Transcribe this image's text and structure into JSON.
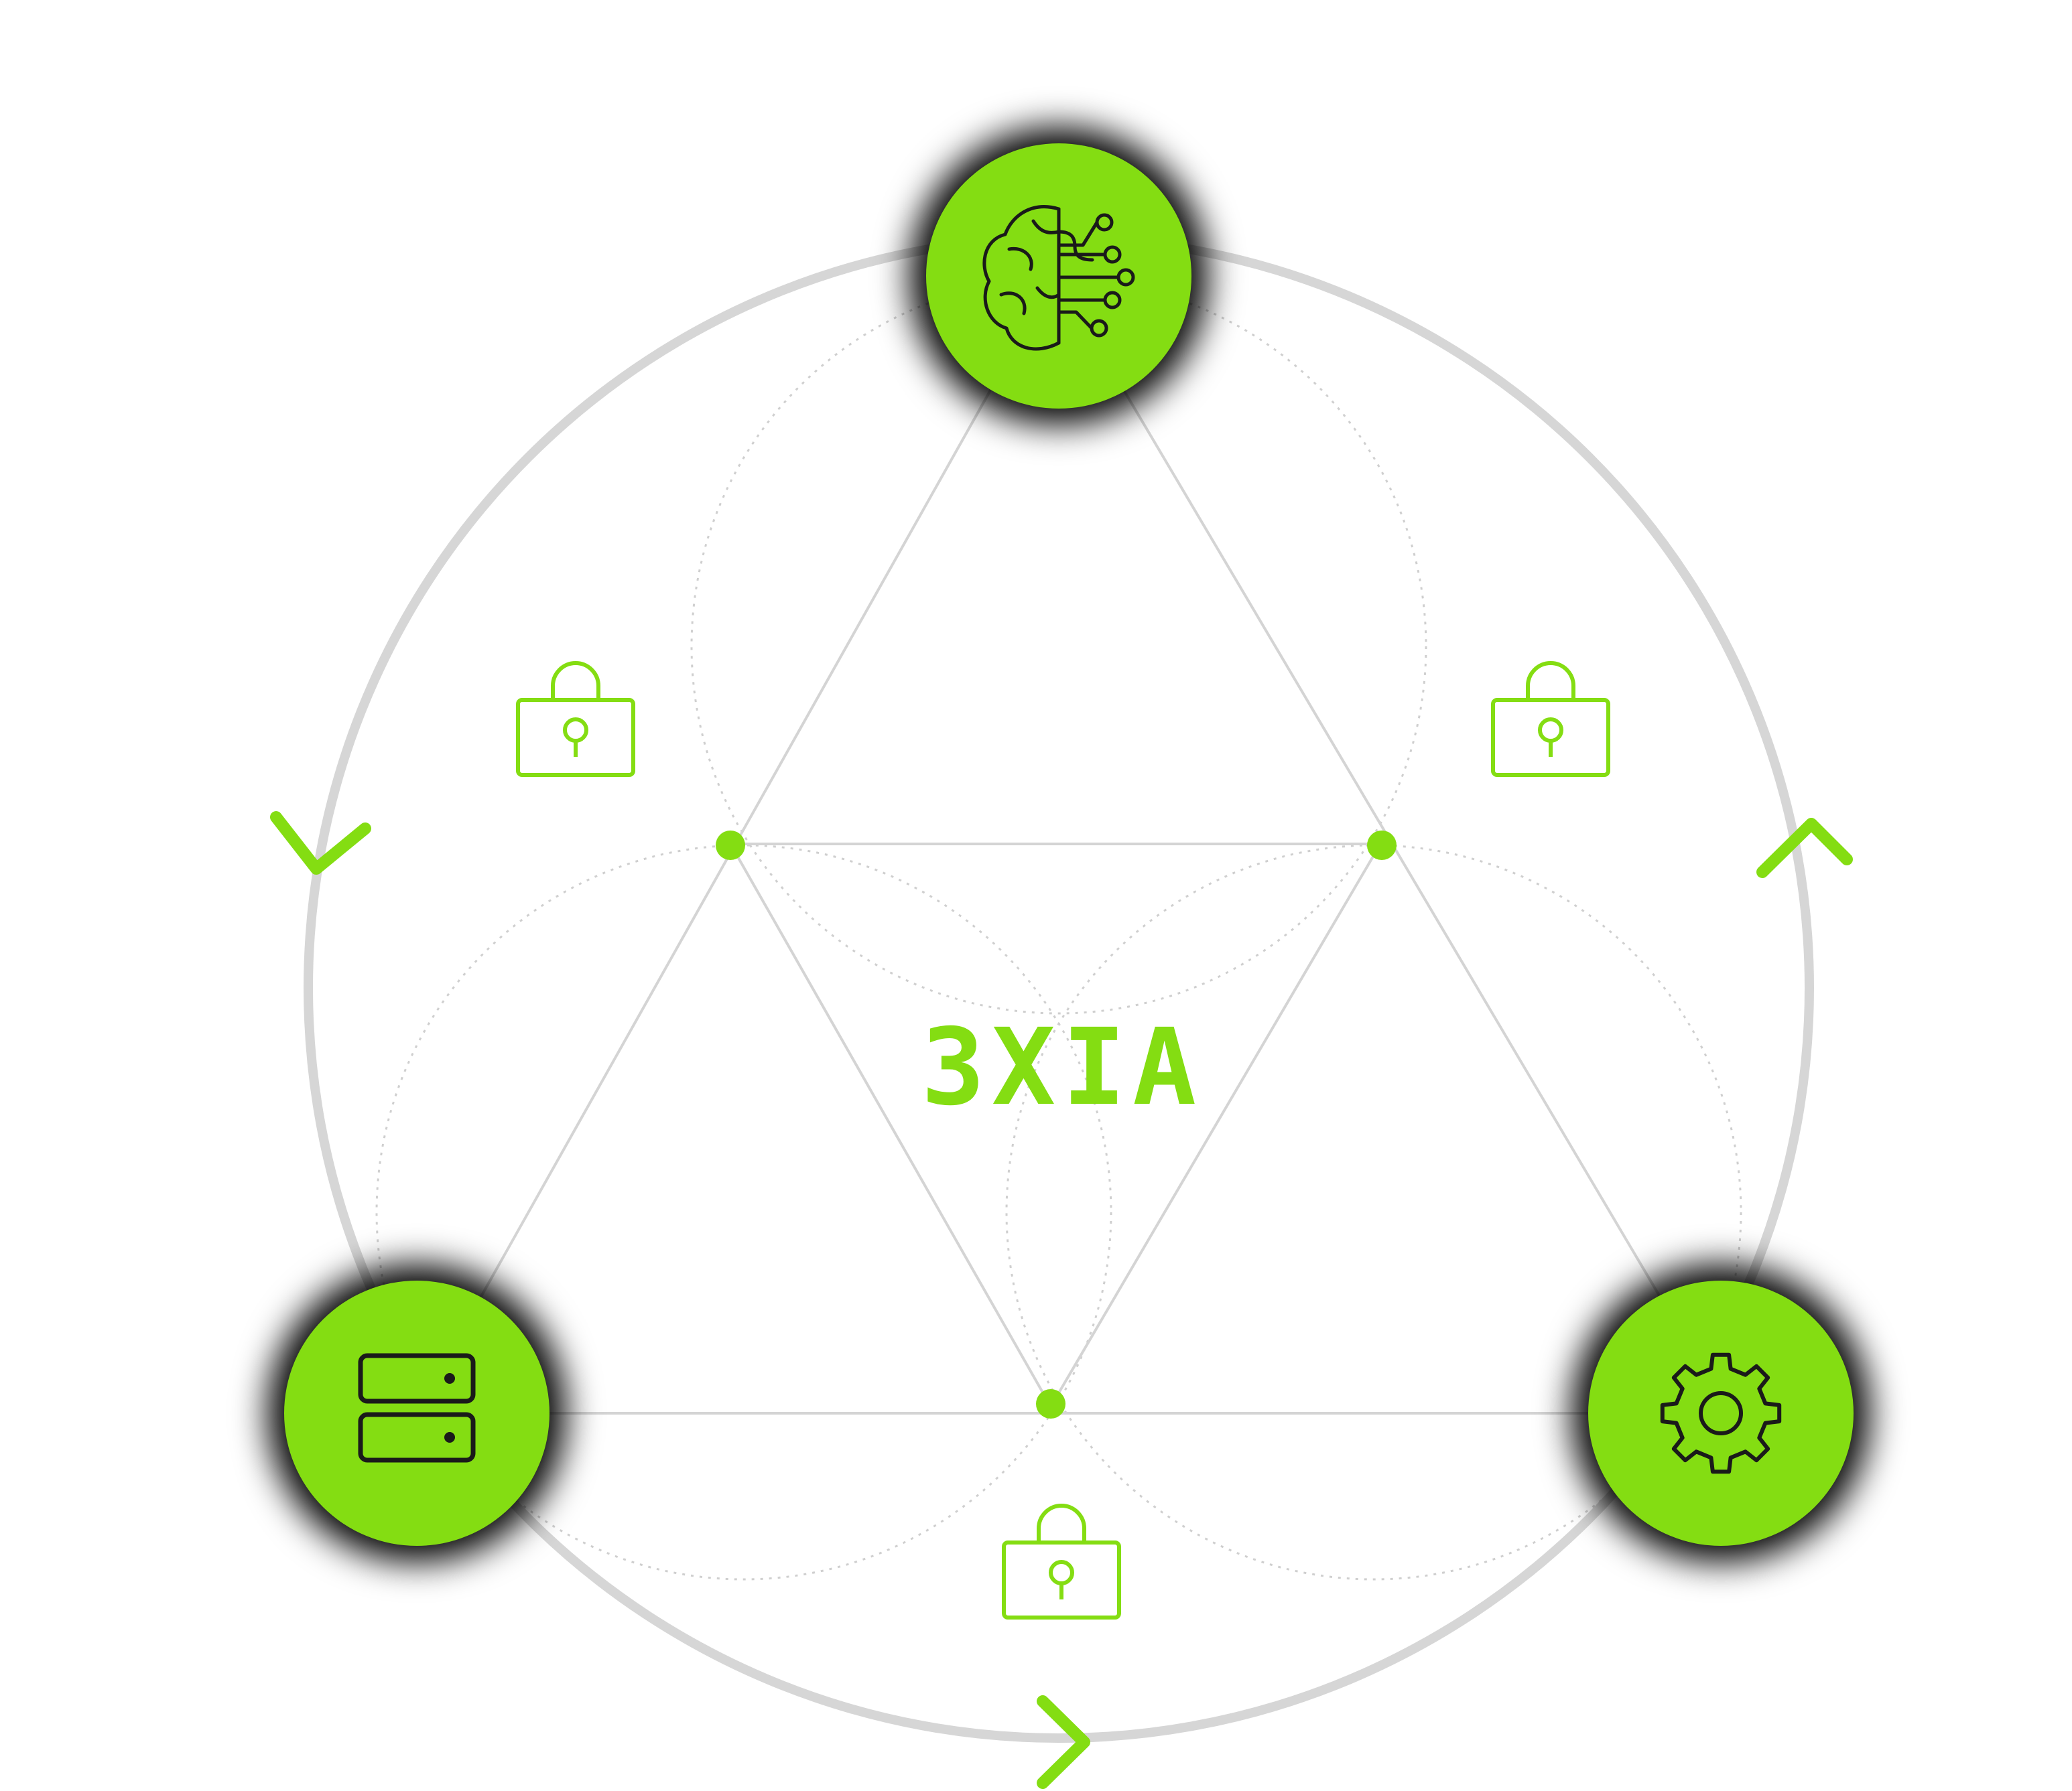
{
  "center": {
    "label": "3XIA"
  },
  "nodes": [
    {
      "id": "top",
      "icon": "brain-circuit-icon"
    },
    {
      "id": "bottom-left",
      "icon": "server-icon"
    },
    {
      "id": "bottom-right",
      "icon": "gear-icon"
    }
  ],
  "locks": [
    {
      "id": "left",
      "icon": "lock-icon"
    },
    {
      "id": "right",
      "icon": "lock-icon"
    },
    {
      "id": "bottom",
      "icon": "lock-icon"
    }
  ],
  "direction_arrows": [
    {
      "id": "left",
      "icon": "chevron-icon"
    },
    {
      "id": "right",
      "icon": "chevron-icon"
    },
    {
      "id": "bottom",
      "icon": "chevron-icon"
    }
  ],
  "colors": {
    "accent": "#84DD12",
    "ring": "#d6d6d6",
    "guide": "#d4d4d4",
    "dotted": "#cfcfcf",
    "icon_stroke": "#1a1a1a",
    "halo": "#000000",
    "background": "#ffffff"
  }
}
